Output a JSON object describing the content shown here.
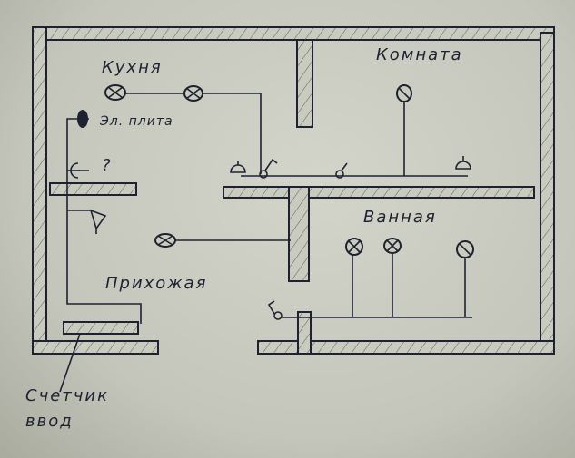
{
  "rooms": {
    "kitchen": "Кухня",
    "room": "Комната",
    "bathroom": "Ванная",
    "hallway": "Прихожая"
  },
  "annotations": {
    "stove": "Эл. плита",
    "question": "?",
    "meter": "Счетчик",
    "input": "ввод"
  },
  "colors": {
    "ink": "#1e2230",
    "paper": "#c9cbbf"
  }
}
